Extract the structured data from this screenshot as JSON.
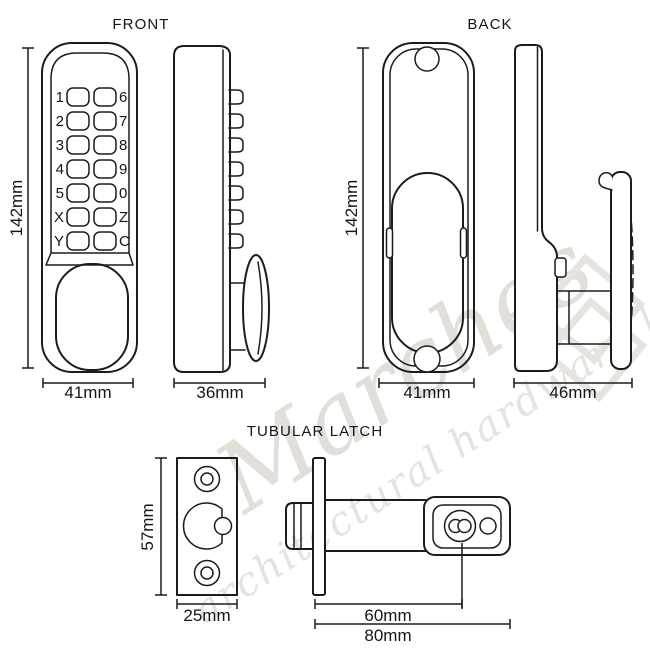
{
  "watermark": {
    "script": "Marches",
    "tagline": "architectural hardware ltd"
  },
  "sections": {
    "front": {
      "title": "FRONT",
      "height": "142mm",
      "width": "41mm",
      "depth": "36mm",
      "keypad": {
        "left": [
          "1",
          "2",
          "3",
          "4",
          "5",
          "X",
          "Y"
        ],
        "right": [
          "6",
          "7",
          "8",
          "9",
          "0",
          "Z",
          "C"
        ]
      }
    },
    "back": {
      "title": "BACK",
      "height": "142mm",
      "width": "41mm",
      "depth": "46mm"
    },
    "latch": {
      "title": "TUBULAR LATCH",
      "plate_height": "57mm",
      "plate_width": "25mm",
      "backset": "60mm",
      "overall_length": "80mm"
    }
  }
}
